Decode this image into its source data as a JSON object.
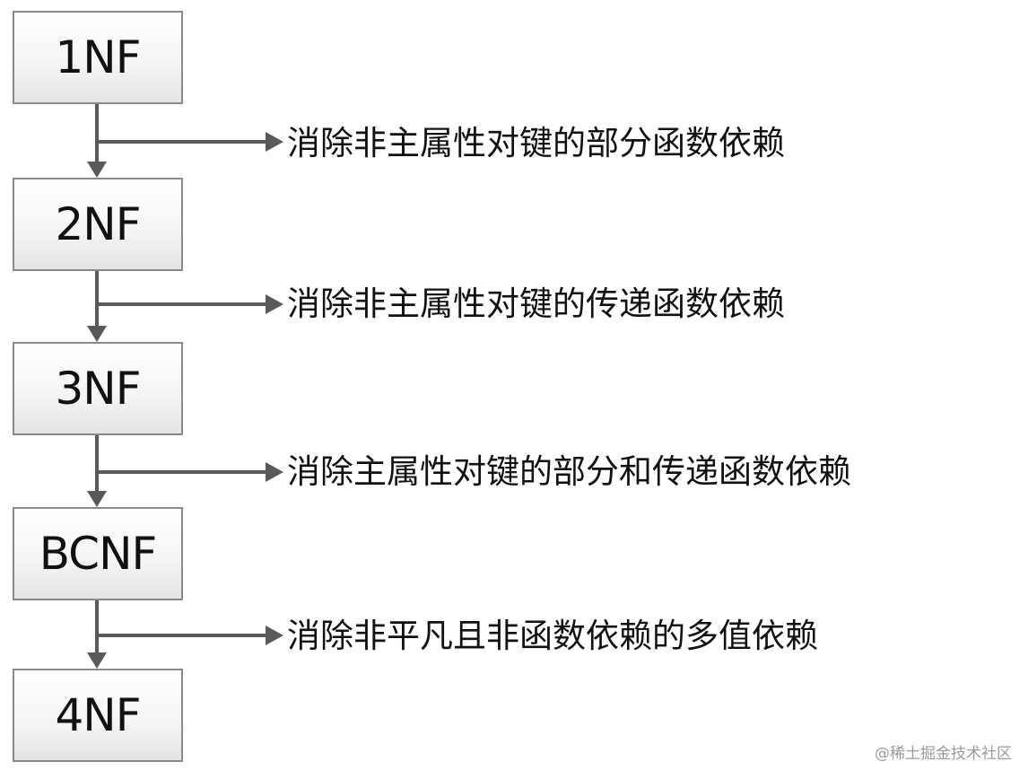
{
  "diagram": {
    "forms": [
      "1NF",
      "2NF",
      "3NF",
      "BCNF",
      "4NF"
    ],
    "steps": [
      "消除非主属性对键的部分函数依赖",
      "消除非主属性对键的传递函数依赖",
      "消除主属性对键的部分和传递函数依赖",
      "消除非平凡且非函数依赖的多值依赖"
    ],
    "line_color": "#595959",
    "box_border_color": "#8a8a8a"
  },
  "watermark": "@稀土掘金技术社区"
}
